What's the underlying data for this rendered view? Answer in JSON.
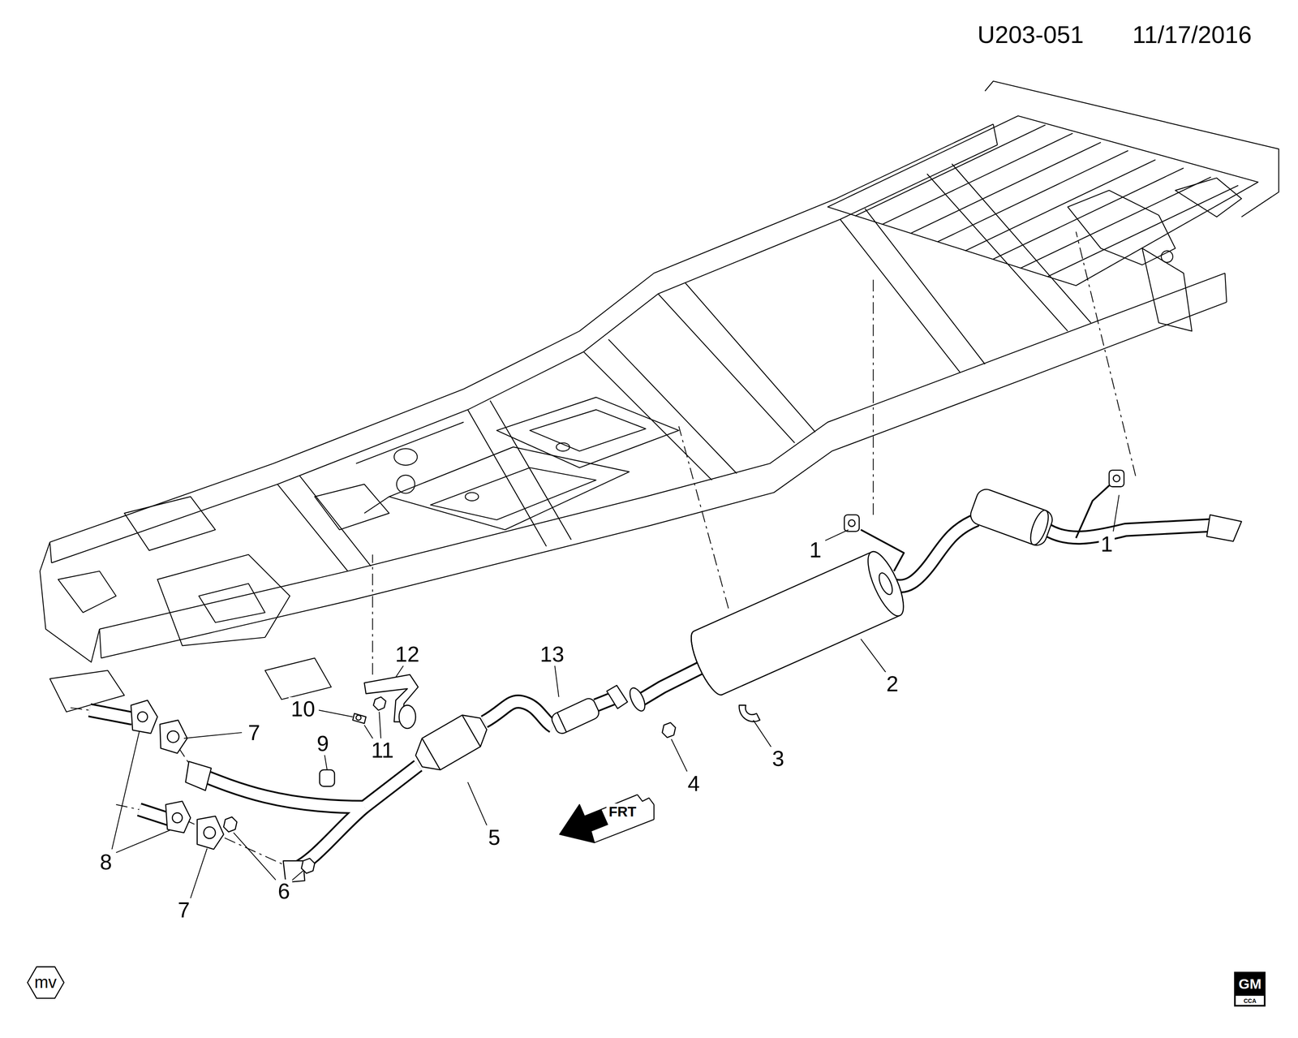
{
  "diagram": {
    "labels": [
      "U203-051",
      "11/17/2016",
      "1",
      "1",
      "2",
      "3",
      "4",
      "5",
      "6",
      "7",
      "7",
      "8",
      "9",
      "10",
      "11",
      "12",
      "13",
      "FRT",
      "mv",
      "GM",
      "CCA"
    ]
  }
}
